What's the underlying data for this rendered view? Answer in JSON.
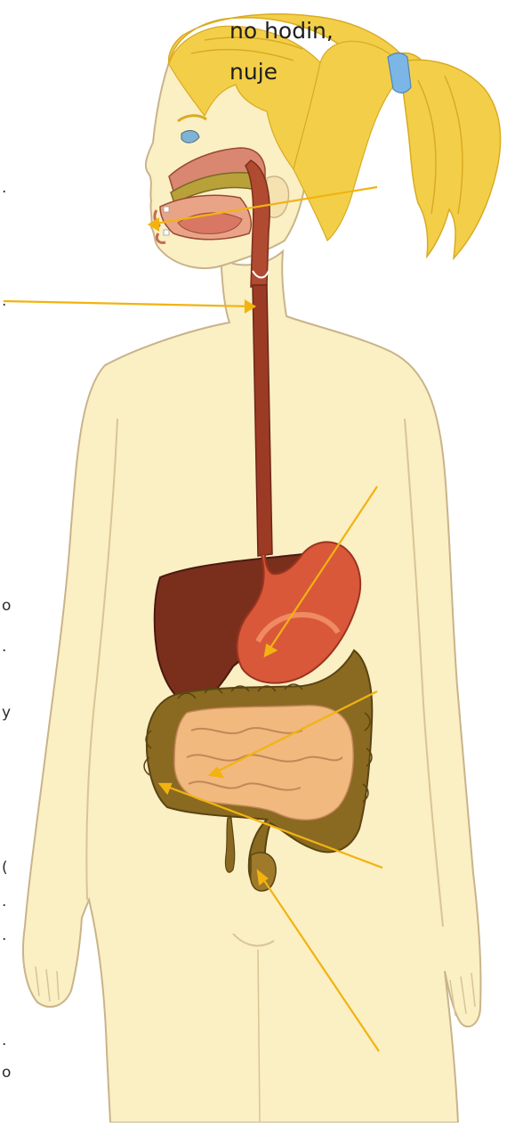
{
  "text_lines": [
    "no hodin,",
    "nuje"
  ],
  "edge_fragments": [
    ".",
    ".",
    "o",
    ".",
    "y",
    "(",
    ".",
    ".",
    ".",
    "o"
  ],
  "colors": {
    "skin": "#fbefc4",
    "skin_outline": "#c9b48a",
    "hair": "#f3cf49",
    "hair_shade": "#d9ab22",
    "hair_tie": "#7bb6e6",
    "leader_line": "#f2b311",
    "liver": "#7a2f1c",
    "stomach": "#d9583a",
    "esophagus": "#9c3b25",
    "large_intestine": "#8a6a21",
    "small_intestine": "#f1b97d"
  },
  "labels": [
    {
      "name": "mouth"
    },
    {
      "name": "esophagus"
    },
    {
      "name": "stomach"
    },
    {
      "name": "small-intestine"
    },
    {
      "name": "large-intestine"
    },
    {
      "name": "rectum"
    }
  ]
}
